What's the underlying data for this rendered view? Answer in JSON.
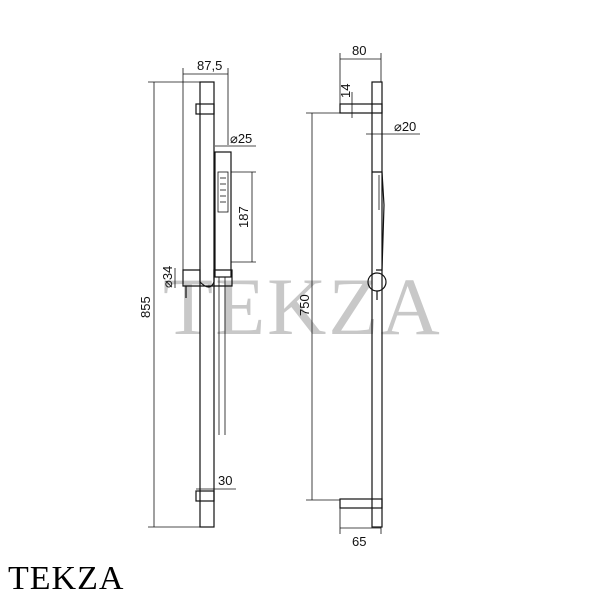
{
  "watermark": "TEKZA",
  "brand": "TEKZA",
  "left_view": {
    "dim_top_width": "87,5",
    "dim_total_height": "855",
    "dim_handshower_diameter": "⌀25",
    "dim_handshower_length": "187",
    "dim_holder_diameter": "⌀34",
    "dim_bracket_depth": "30"
  },
  "right_view": {
    "dim_top_width": "80",
    "dim_bracket_height": "14",
    "dim_bar_diameter": "⌀20",
    "dim_bracket_spacing": "750",
    "dim_bottom_depth": "65"
  }
}
